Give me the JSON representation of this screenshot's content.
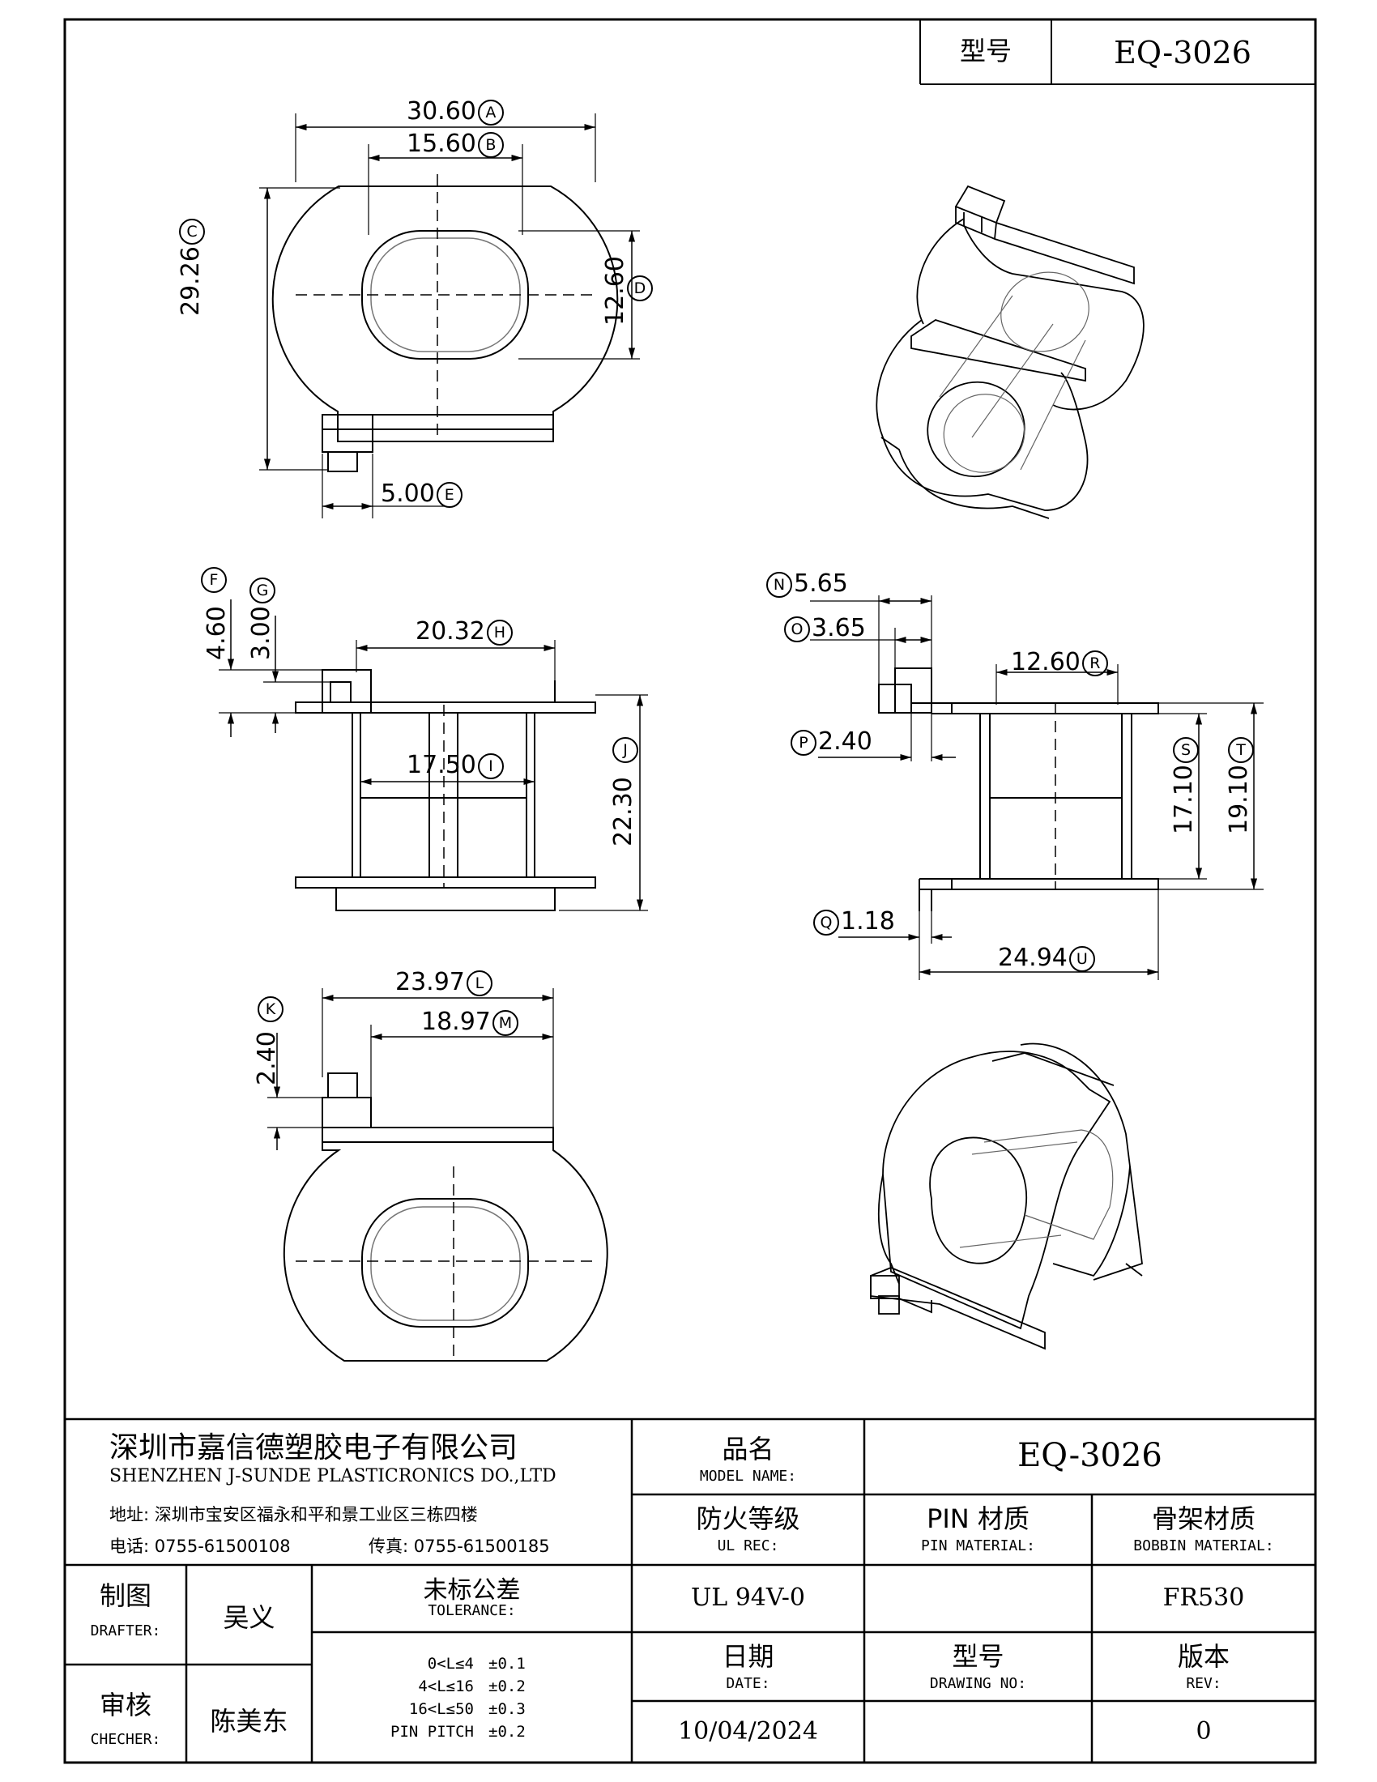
{
  "header": {
    "model_label": "型号",
    "model_value": "EQ-3026"
  },
  "dims": {
    "A": {
      "value": "30.60",
      "tag": "A"
    },
    "B": {
      "value": "15.60",
      "tag": "B"
    },
    "C": {
      "value": "29.26",
      "tag": "C"
    },
    "D": {
      "value": "12.60",
      "tag": "D"
    },
    "E": {
      "value": "5.00",
      "tag": "E"
    },
    "F": {
      "value": "4.60",
      "tag": "F"
    },
    "G": {
      "value": "3.00",
      "tag": "G"
    },
    "H": {
      "value": "20.32",
      "tag": "H"
    },
    "I": {
      "value": "17.50",
      "tag": "I"
    },
    "J": {
      "value": "22.30",
      "tag": "J"
    },
    "K": {
      "value": "2.40",
      "tag": "K"
    },
    "L": {
      "value": "23.97",
      "tag": "L"
    },
    "M": {
      "value": "18.97",
      "tag": "M"
    },
    "N": {
      "value": "5.65",
      "tag": "N"
    },
    "O": {
      "value": "3.65",
      "tag": "O"
    },
    "P": {
      "value": "2.40",
      "tag": "P"
    },
    "Q": {
      "value": "1.18",
      "tag": "Q"
    },
    "R": {
      "value": "12.60",
      "tag": "R"
    },
    "S": {
      "value": "17.10",
      "tag": "S"
    },
    "T": {
      "value": "19.10",
      "tag": "T"
    },
    "U": {
      "value": "24.94",
      "tag": "U"
    }
  },
  "company": {
    "name_cn": "深圳市嘉信德塑胶电子有限公司",
    "name_en": "SHENZHEN J-SUNDE PLASTICRONICS DO.,LTD",
    "address": "地址: 深圳市宝安区福永和平和景工业区三栋四楼",
    "phone": "电话: 0755-61500108",
    "fax": "传真: 0755-61500185"
  },
  "title_block": {
    "model_name_cn": "品名",
    "model_name_en": "MODEL NAME:",
    "model_name_value": "EQ-3026",
    "ul_cn": "防火等级",
    "ul_en": "UL REC:",
    "ul_value": "UL 94V-0",
    "pin_cn": "PIN 材质",
    "pin_en": "PIN MATERIAL:",
    "pin_value": "",
    "bobbin_cn": "骨架材质",
    "bobbin_en": "BOBBIN MATERIAL:",
    "bobbin_value": "FR530",
    "drafter_cn": "制图",
    "drafter_en": "DRAFTER:",
    "drafter_value": "吴义",
    "checker_cn": "审核",
    "checker_en": "CHECHER:",
    "checker_value": "陈美东",
    "tolerance_cn": "未标公差",
    "tolerance_en": "TOLERANCE:",
    "tolerance_rows": [
      {
        "range": "0<L≤4",
        "tol": "±0.1"
      },
      {
        "range": "4<L≤16",
        "tol": "±0.2"
      },
      {
        "range": "16<L≤50",
        "tol": "±0.3"
      },
      {
        "range": "PIN PITCH",
        "tol": "±0.2"
      }
    ],
    "date_cn": "日期",
    "date_en": "DATE:",
    "date_value": "10/04/2024",
    "drawing_cn": "型号",
    "drawing_en": "DRAWING NO:",
    "drawing_value": "",
    "rev_cn": "版本",
    "rev_en": "REV:",
    "rev_value": "0"
  }
}
